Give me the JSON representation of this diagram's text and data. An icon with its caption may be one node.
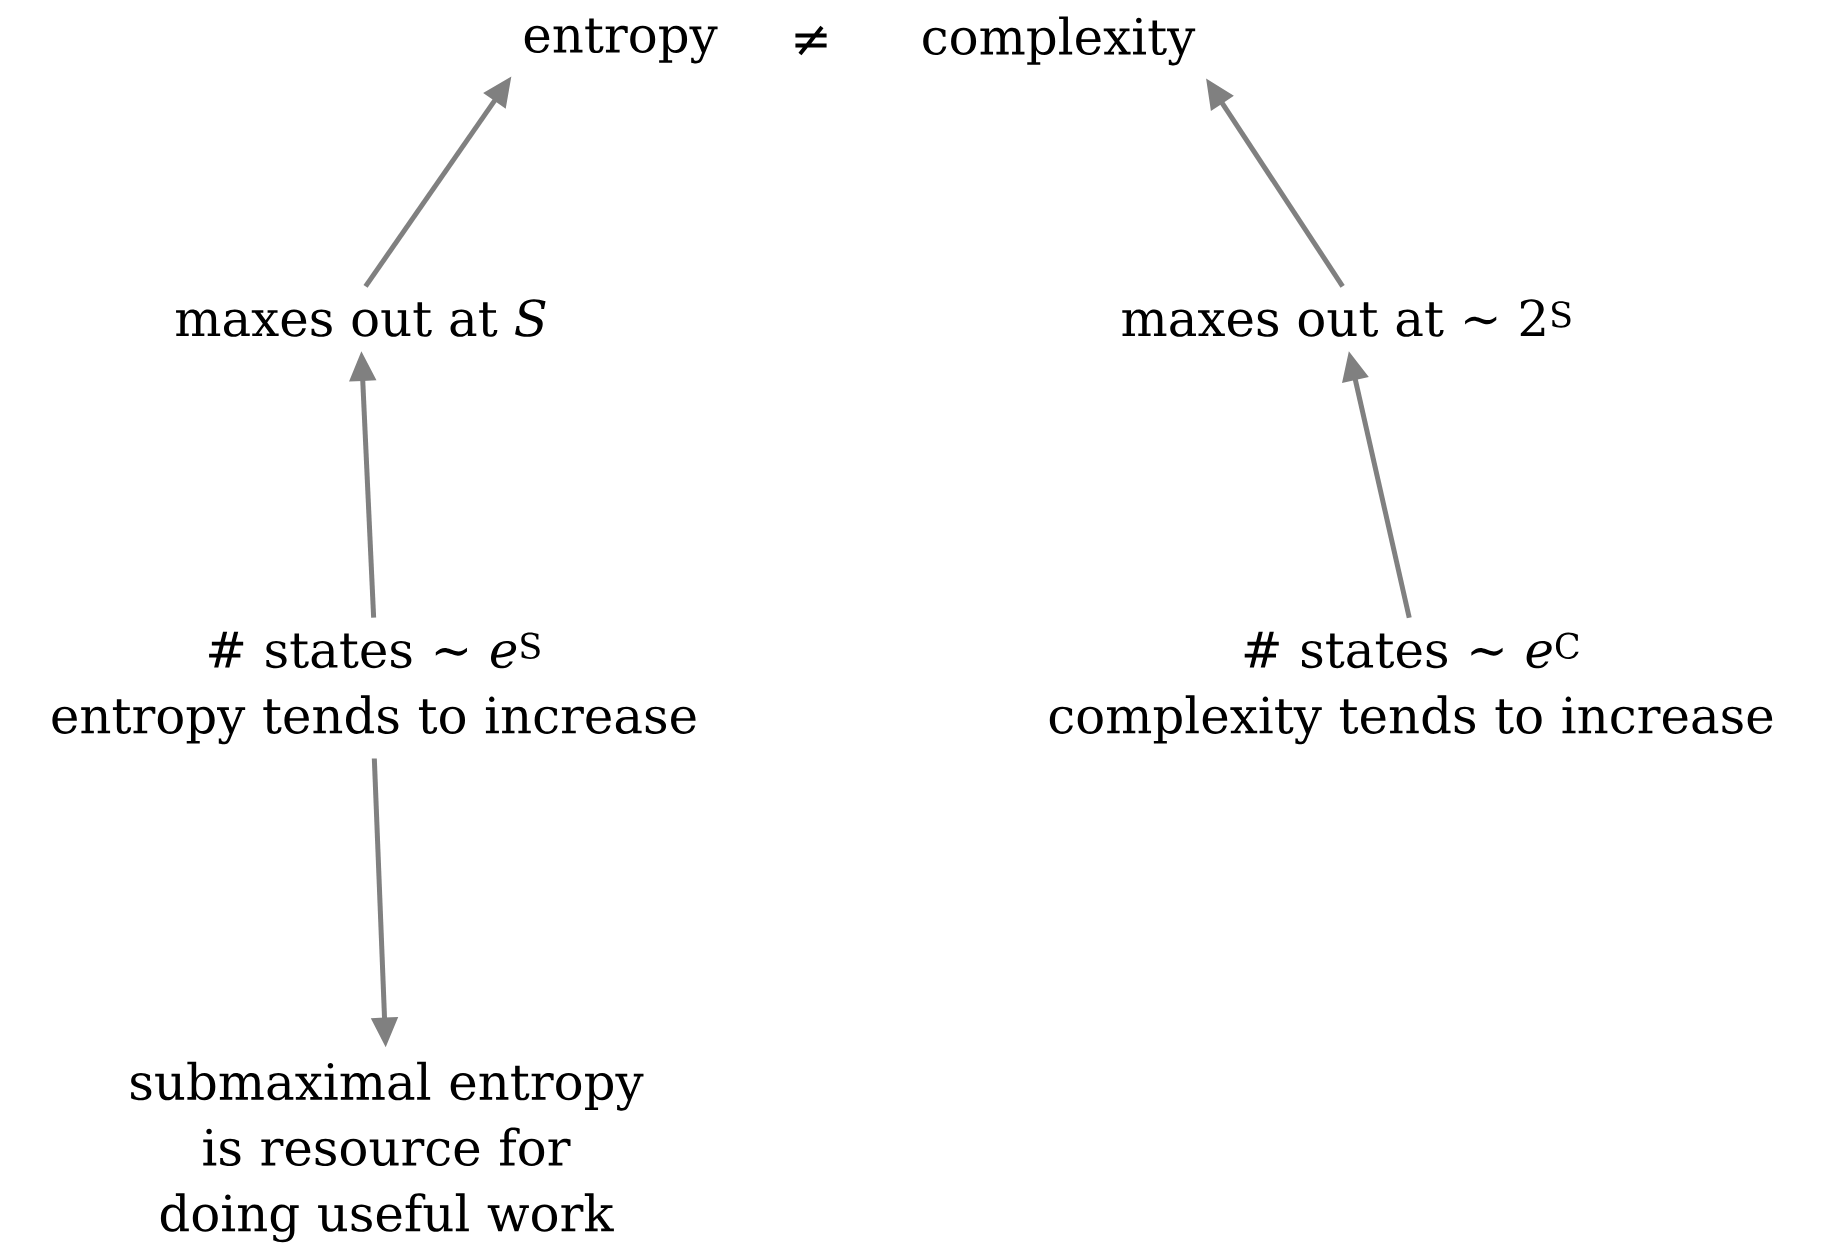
{
  "diagram": {
    "nodes": [
      {
        "text": [
          "entropy"
        ]
      },
      {
        "text": [
          "complexity"
        ]
      },
      {
        "text": [
          "maxes out at *S*"
        ]
      },
      {
        "text": [
          "maxes out at ∼ 2$^{S}$"
        ]
      },
      {
        "text": [
          "# states ∼ *e*$^{S}$",
          "entropy tends to increase"
        ]
      },
      {
        "text": [
          "# states ∼ *e*$^{C}$",
          "complexity tends to increase"
        ]
      },
      {
        "text": [
          "submaximal entropy is resource for doing useful work"
        ]
      }
    ],
    "edges": [
      {
        "from": 2,
        "to": 0,
        "arrow": "to",
        "color": "#808080"
      },
      {
        "from": 3,
        "to": 1,
        "arrow": "to",
        "color": "#808080"
      },
      {
        "from": 4,
        "to": 2,
        "arrow": "to",
        "color": "#808080"
      },
      {
        "from": 5,
        "to": 3,
        "arrow": "to",
        "color": "#808080"
      },
      {
        "from": 4,
        "to": 6,
        "arrow": "to",
        "color": "#808080"
      }
    ],
    "labels": [
      "≠"
    ]
  }
}
